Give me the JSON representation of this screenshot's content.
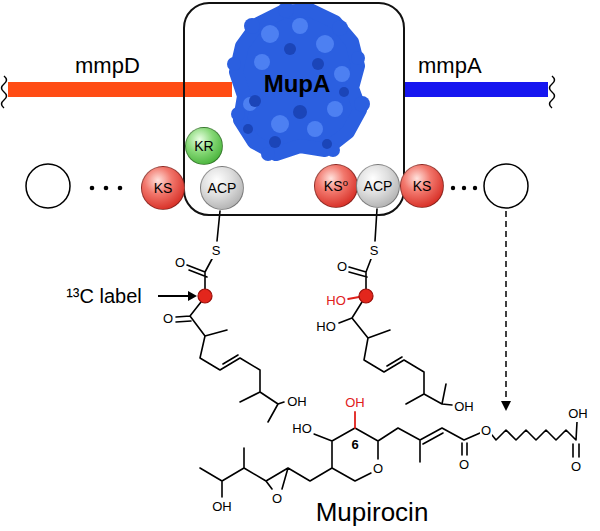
{
  "diagram": {
    "nodes": [
      {
        "text": [
          "mmpD"
        ]
      },
      {
        "text": [
          "MupA"
        ]
      },
      {
        "text": [
          "mmpA"
        ]
      },
      {
        "text": [
          "KS"
        ]
      },
      {
        "text": [
          "KR"
        ],
        "in": 1
      },
      {
        "text": [
          "ACP"
        ],
        "in": 1
      },
      {
        "text": [
          "KS⁰"
        ],
        "in": 1
      },
      {
        "text": [
          "ACP"
        ],
        "in": 1
      },
      {
        "text": [
          "KS"
        ]
      }
    ],
    "labels": [
      "¹³C label",
      "S",
      "O",
      "O",
      "OH",
      "S",
      "O",
      "HO",
      "HO",
      "OH",
      "HO",
      "OH",
      "6",
      "O",
      "O",
      "OH",
      "O",
      "O",
      "OH",
      "O",
      "Mupirocin"
    ]
  }
}
